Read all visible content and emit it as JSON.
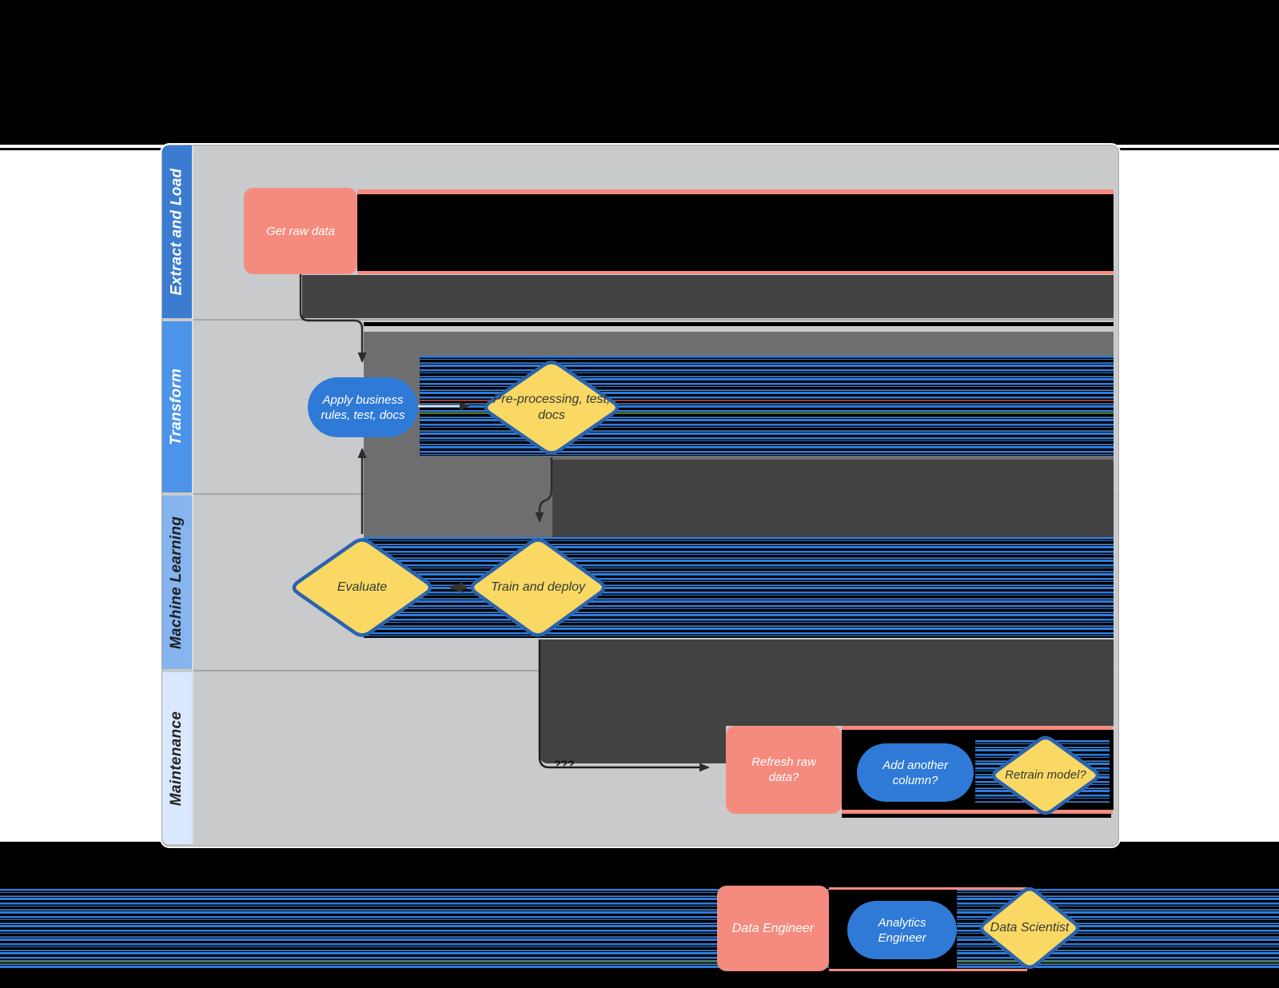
{
  "lanes": [
    {
      "label": "Extract and Load"
    },
    {
      "label": "Transform"
    },
    {
      "label": "Machine Learning"
    },
    {
      "label": "Maintenance"
    }
  ],
  "nodes": {
    "get_raw_data": {
      "label": "Get raw data"
    },
    "apply_rules": {
      "label": "Apply business rules, test, docs"
    },
    "preprocessing": {
      "label": "Pre-processing, test, docs"
    },
    "evaluate": {
      "label": "Evaluate"
    },
    "train_deploy": {
      "label": "Train and deploy"
    },
    "refresh_raw": {
      "label": "Refresh raw data?"
    },
    "add_column": {
      "label": "Add another column?"
    },
    "retrain": {
      "label": "Retrain model?"
    }
  },
  "connector": {
    "label": "???"
  },
  "legend": {
    "data_engineer": {
      "label": "Data Engineer"
    },
    "analytics_engineer": {
      "label": "Analytics Engineer"
    },
    "data_scientist": {
      "label": "Data Scientist"
    }
  },
  "colors": {
    "lane_header_1": "#3b7cd0",
    "lane_header_2": "#4b94e9",
    "lane_header_3": "#85b4ef",
    "lane_header_4": "#d9e8fc",
    "node_salmon": "#f48b7e",
    "node_blue": "#2f7ad6",
    "node_yellow": "#f9d964",
    "diamond_border": "#2a63ae",
    "lane_background": "#c9cacb",
    "redaction_black": "#000000",
    "redaction_dark_gray": "#424242",
    "redaction_medium_gray": "#6e6e6e",
    "glitch_blue": "#2e7cdb"
  }
}
